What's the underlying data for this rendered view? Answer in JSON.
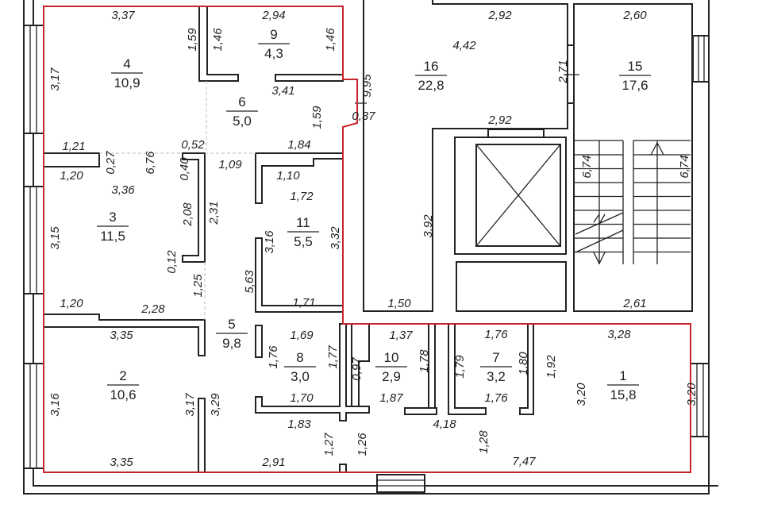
{
  "rooms": [
    {
      "number": "1",
      "area": "15,8"
    },
    {
      "number": "2",
      "area": "10,6"
    },
    {
      "number": "3",
      "area": "11,5"
    },
    {
      "number": "4",
      "area": "10,9"
    },
    {
      "number": "5",
      "area": "9,8"
    },
    {
      "number": "6",
      "area": "5,0"
    },
    {
      "number": "7",
      "area": "3,2"
    },
    {
      "number": "8",
      "area": "3,0"
    },
    {
      "number": "9",
      "area": "4,3"
    },
    {
      "number": "10",
      "area": "2,9"
    },
    {
      "number": "11",
      "area": "5,5"
    },
    {
      "number": "15",
      "area": "17,6"
    },
    {
      "number": "16",
      "area": "22,8"
    }
  ],
  "dimensions": [
    "3,37",
    "2,94",
    "3,41",
    "0,37",
    "1,21",
    "0,52",
    "1,84",
    "1,20",
    "1,09",
    "1,10",
    "3,36",
    "1,72",
    "1,20",
    "2,28",
    "1,71",
    "3,35",
    "1,69",
    "1,70",
    "1,83",
    "3,35",
    "2,91",
    "1,37",
    "1,87",
    "1,76",
    "1,76",
    "4,18",
    "7,47",
    "3,28",
    "2,92",
    "4,42",
    "2,92",
    "2,60",
    "1,50",
    "2,61",
    "1,59",
    "1,46",
    "1,46",
    "3,17",
    "9,95",
    "1,59",
    "0,27",
    "6,76",
    "0,40",
    "2,08",
    "2,31",
    "3,16",
    "3,32",
    "3,15",
    "0,12",
    "1,25",
    "5,63",
    "1,76",
    "1,77",
    "0,97",
    "1,78",
    "1,79",
    "1,80",
    "1,92",
    "3,16",
    "3,17",
    "3,29",
    "1,27",
    "1,26",
    "1,28",
    "3,20",
    "3,20",
    "2,71",
    "3,92",
    "6,74",
    "6,74"
  ],
  "colors": {
    "apartment_outline": "#c8242c",
    "walls": "#222222"
  }
}
